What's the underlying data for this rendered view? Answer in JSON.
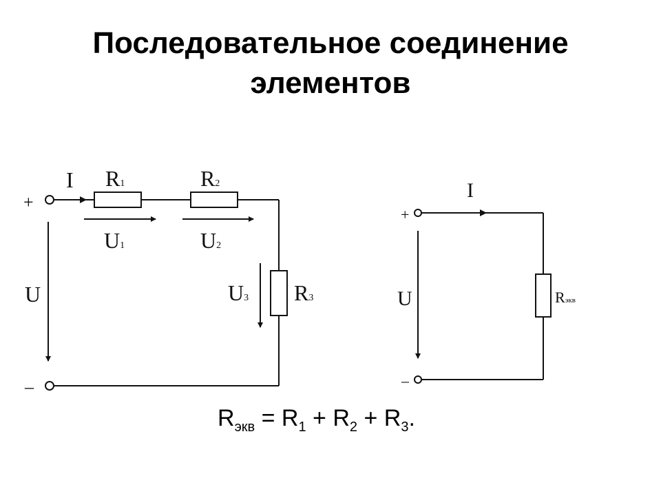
{
  "title": {
    "line1": "Последовательное соединение",
    "line2": "элементов"
  },
  "circuit_left": {
    "terminal_plus": "+",
    "terminal_minus": "–",
    "current": "I",
    "voltage_total": "U",
    "r1": {
      "letter": "R",
      "index": "1"
    },
    "r2": {
      "letter": "R",
      "index": "2"
    },
    "r3": {
      "letter": "R",
      "index": "3"
    },
    "u1": {
      "letter": "U",
      "index": "1"
    },
    "u2": {
      "letter": "U",
      "index": "2"
    },
    "u3": {
      "letter": "U",
      "index": "3"
    }
  },
  "circuit_right": {
    "terminal_plus": "+",
    "terminal_minus": "–",
    "current": "I",
    "voltage_total": "U",
    "req": {
      "letter": "R",
      "index": "экв"
    }
  },
  "formula": {
    "lhs_letter": "R",
    "lhs_index": "экв",
    "eq": " = ",
    "t1_letter": "R",
    "t1_index": "1",
    "plus1": " + ",
    "t2_letter": "R",
    "t2_index": "2",
    "plus2": " + ",
    "t3_letter": "R",
    "t3_index": "3",
    "end": "."
  }
}
